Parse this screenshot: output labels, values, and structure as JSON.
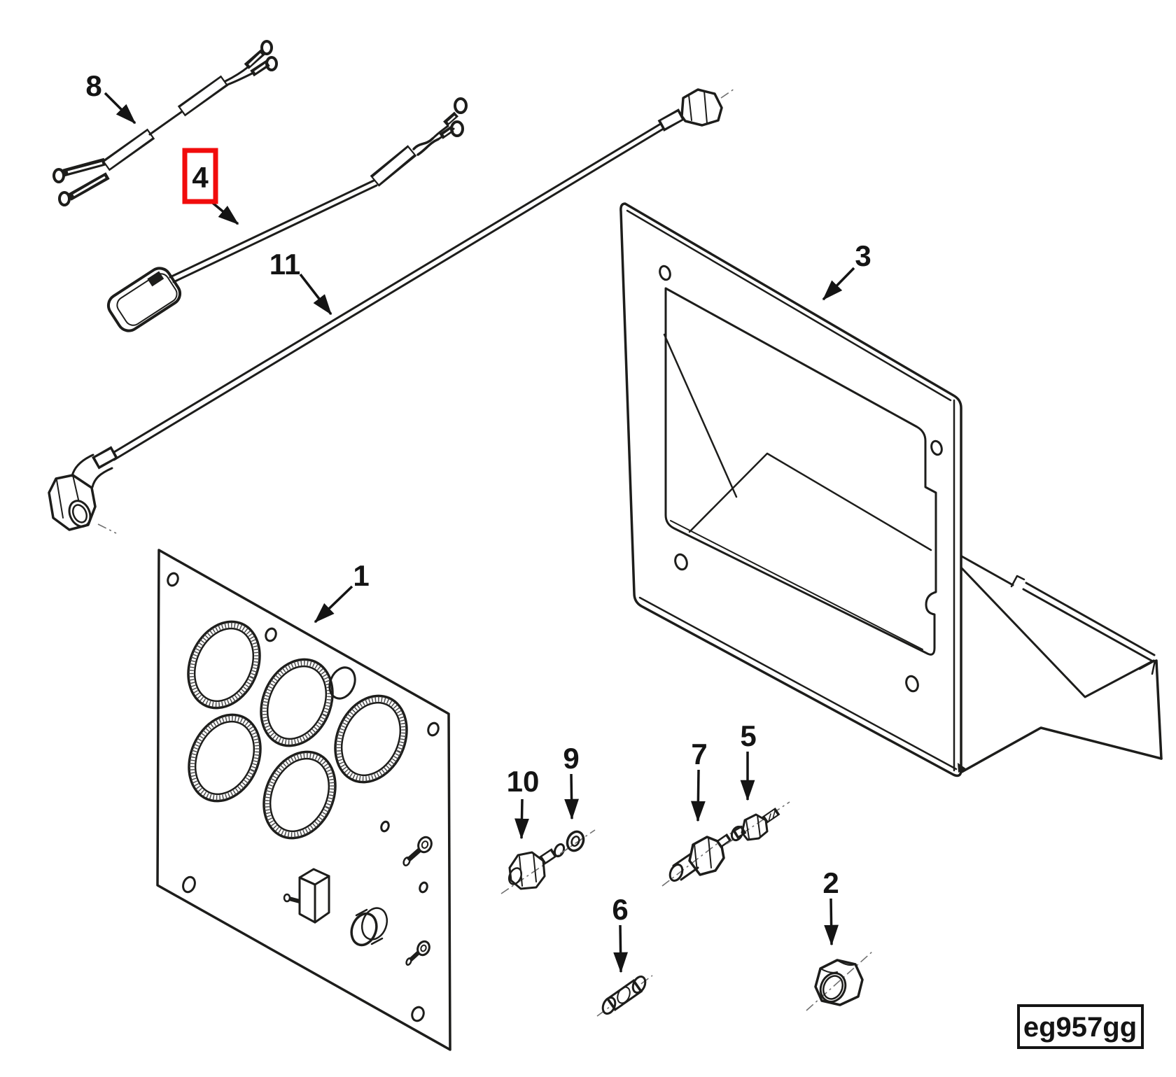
{
  "diagram": {
    "figure_code": "eg957gg",
    "highlight_color": "#f10c0c",
    "line_color": "#1d1d1b",
    "background_color": "#ffffff",
    "highlighted_part": "4",
    "callouts": [
      {
        "label": "8",
        "highlighted": false
      },
      {
        "label": "4",
        "highlighted": true
      },
      {
        "label": "11",
        "highlighted": false
      },
      {
        "label": "3",
        "highlighted": false
      },
      {
        "label": "1",
        "highlighted": false
      },
      {
        "label": "10",
        "highlighted": false
      },
      {
        "label": "9",
        "highlighted": false
      },
      {
        "label": "7",
        "highlighted": false
      },
      {
        "label": "5",
        "highlighted": false
      },
      {
        "label": "6",
        "highlighted": false
      },
      {
        "label": "2",
        "highlighted": false
      }
    ]
  }
}
